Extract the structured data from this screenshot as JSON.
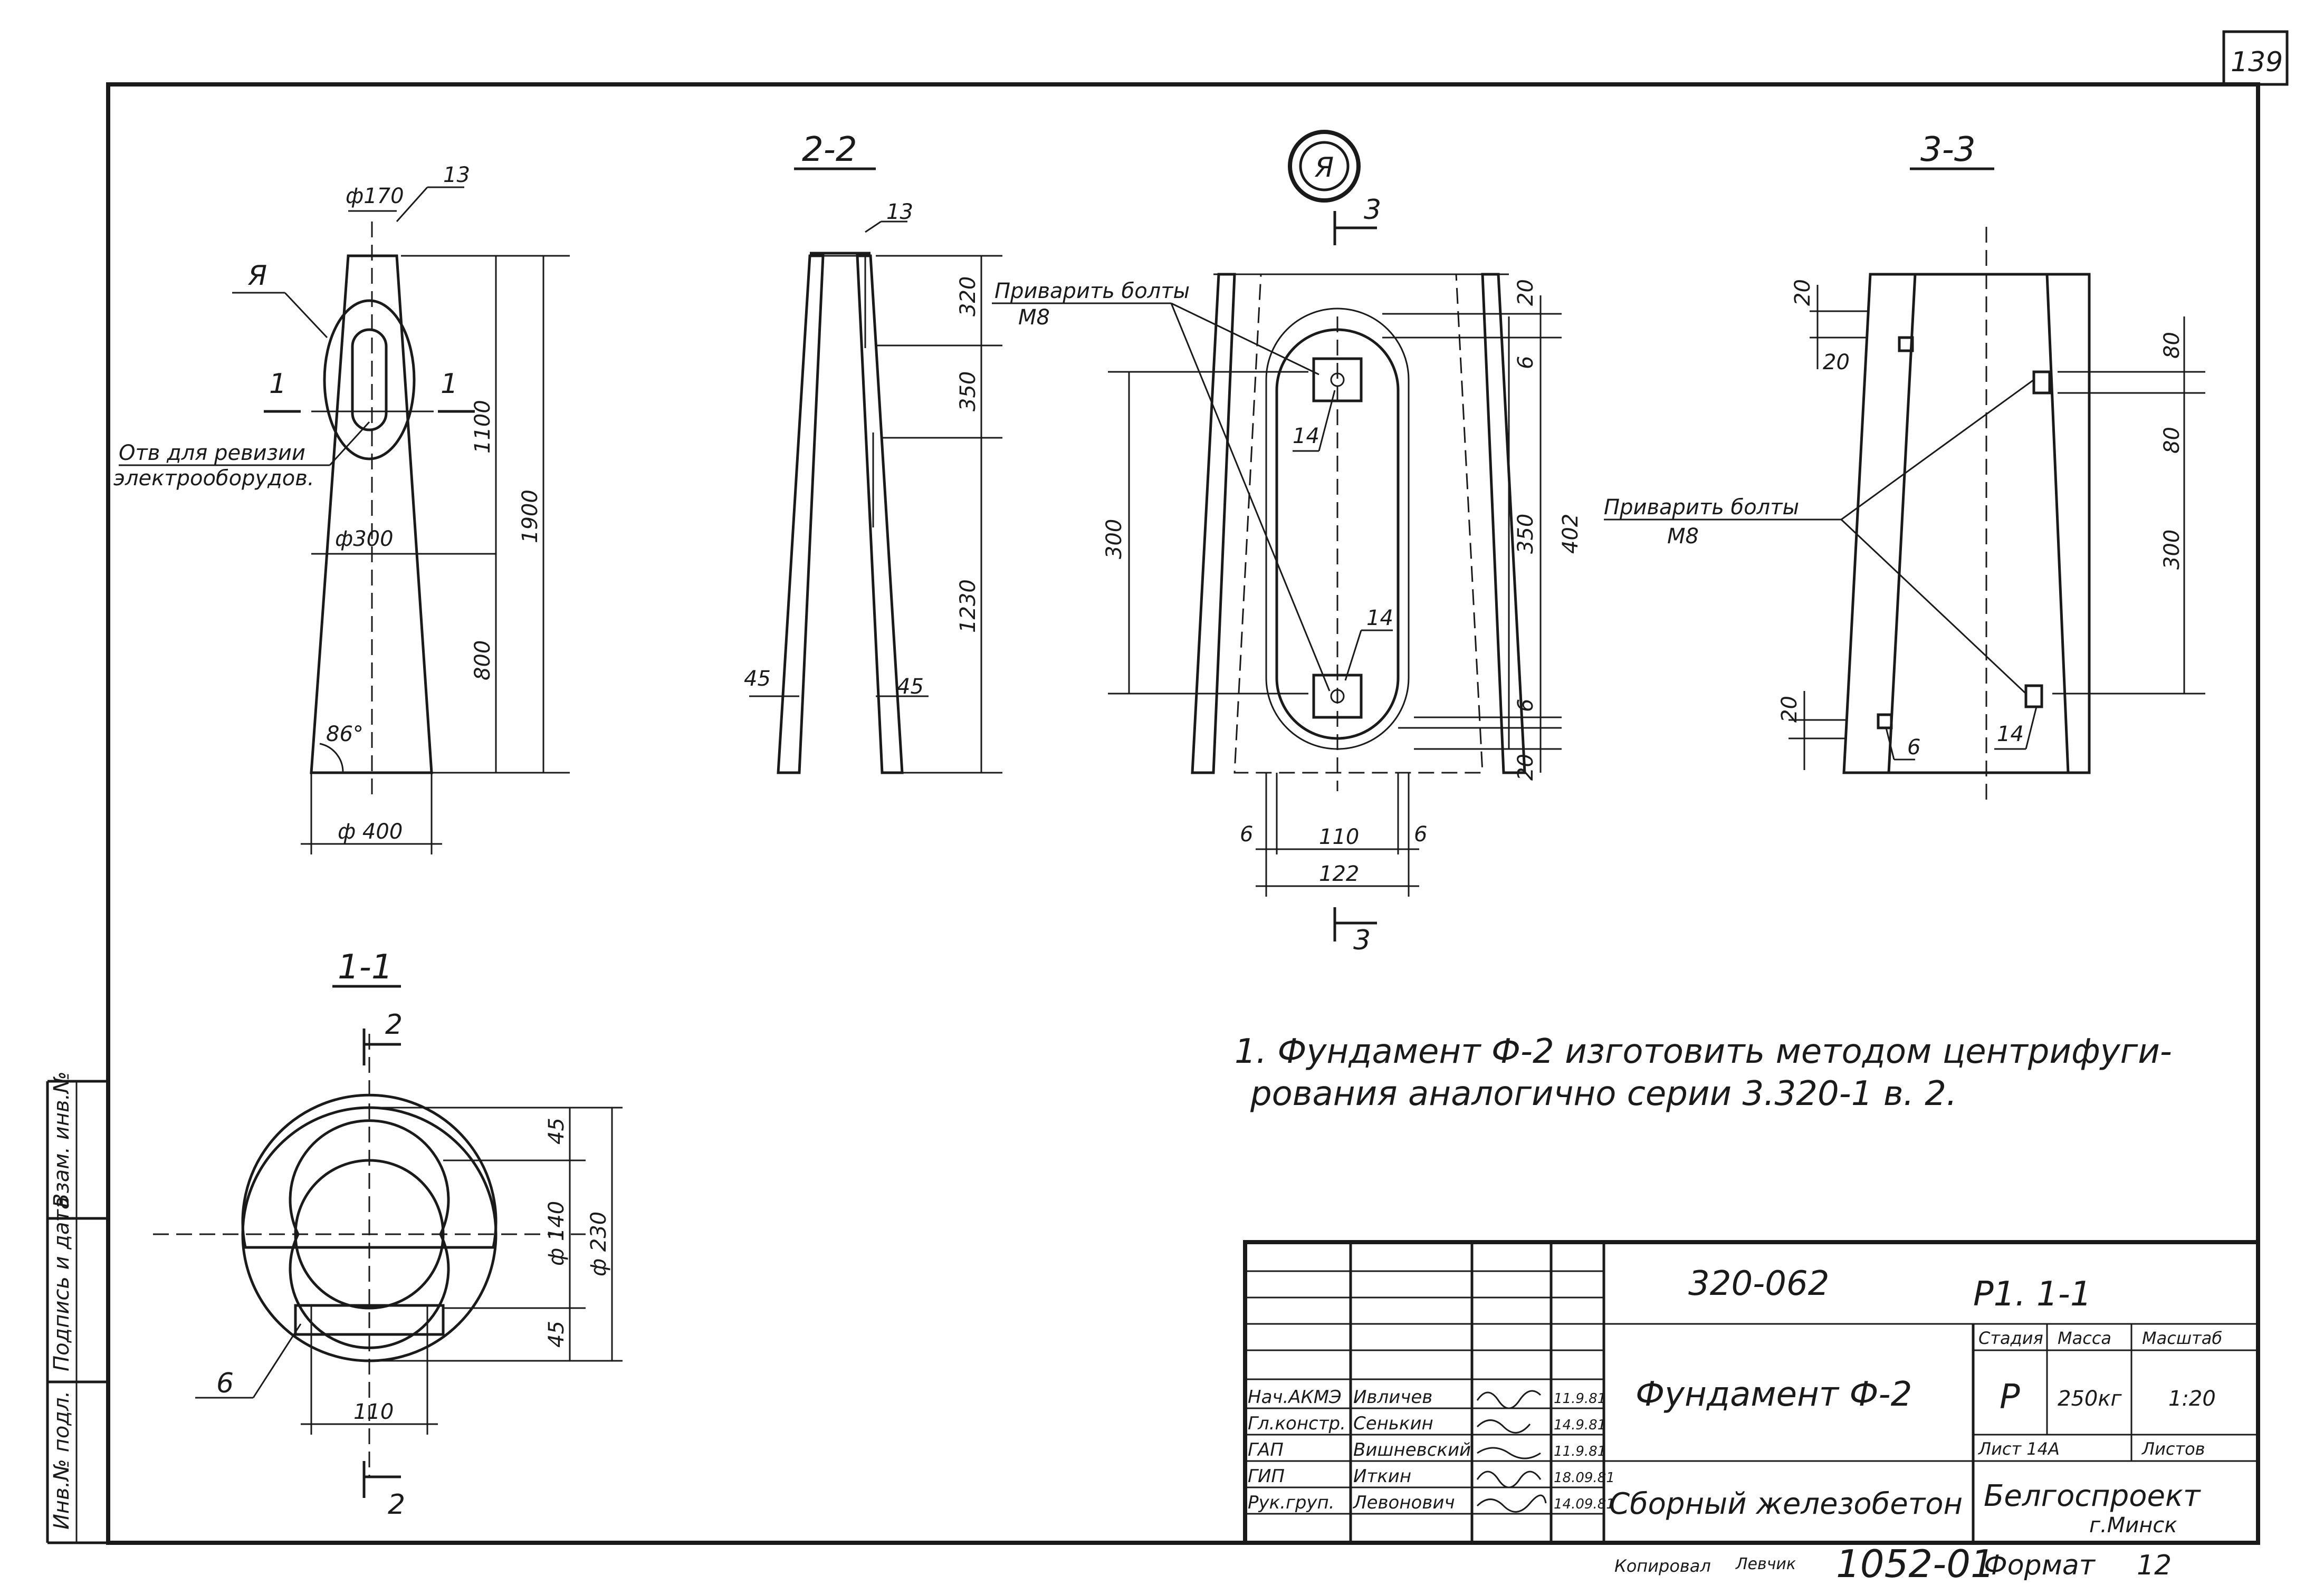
{
  "sheet_number": "139",
  "views": {
    "elevation": {
      "top_diameter": "ф170",
      "callout_13": "13",
      "callout_A": "Я",
      "section_mark_1": "1",
      "hole_note_line1": "Отв для ревизии",
      "hole_note_line2": "электрооборудов.",
      "mid_diameter": "ф300",
      "dim_1100": "1100",
      "dim_1900": "1900",
      "dim_800": "800",
      "angle": "86°",
      "base_diameter": "ф 400"
    },
    "section_2_2": {
      "title": "2-2",
      "callout_13": "13",
      "dim_320": "320",
      "dim_350": "350",
      "dim_1230": "1230",
      "wall_45_left": "45",
      "wall_45_right": "45"
    },
    "detail_A": {
      "title": "Я",
      "weld_note_line1": "Приварить болты",
      "weld_note_line2": "М8",
      "section_mark_3": "3",
      "dim_20_top": "20",
      "dim_6_top": "6",
      "dim_300": "300",
      "dim_350": "350",
      "dim_402": "402",
      "dim_6_bottom": "6",
      "dim_20_bottom": "20",
      "callout_14_top": "14",
      "callout_14_bottom": "14",
      "dim_6_left": "6",
      "dim_110": "110",
      "dim_6_right": "6",
      "dim_122": "122"
    },
    "section_3_3": {
      "title": "3-3",
      "dim_20_a": "20",
      "dim_20_b": "20",
      "dim_80_a": "80",
      "dim_80_b": "80",
      "weld_note_line1": "Приварить болты",
      "weld_note_line2": "М8",
      "dim_300": "300",
      "dim_20_c": "20",
      "callout_6": "6",
      "callout_14": "14"
    },
    "section_1_1": {
      "title": "1-1",
      "section_mark_2": "2",
      "dim_45_top": "45",
      "dim_140": "ф 140",
      "dim_230": "ф 230",
      "dim_45_bottom": "45",
      "callout_6": "6",
      "dim_110": "110"
    }
  },
  "notes": {
    "line1": "1. Фундамент Ф-2 изготовить методом центрифуги-",
    "line2": "рования аналогично серии 3.320-1 в. 2."
  },
  "title_block": {
    "code": "320-062",
    "sheet_code": "Р1. 1-1",
    "name": "Фундамент Ф-2",
    "headers": {
      "stage": "Стадия",
      "mass": "Масса",
      "scale": "Масштаб"
    },
    "stage": "Р",
    "mass": "250кг",
    "scale": "1:20",
    "sheet": "Лист 14А",
    "sheets": "Листов",
    "category": "Сборный железобетон",
    "org_line1": "Белгоспроект",
    "org_line2": "г.Минск",
    "signatures": [
      {
        "role": "Нач.АКМЭ",
        "name": "Ивличев",
        "date": "11.9.81"
      },
      {
        "role": "Гл.констр.",
        "name": "Сенькин",
        "date": "14.9.81"
      },
      {
        "role": "ГАП",
        "name": "Вишневский",
        "date": "11.9.81"
      },
      {
        "role": "ГИП",
        "name": "Иткин",
        "date": "18.09.81"
      },
      {
        "role": "Рук.груп.",
        "name": "Левонович",
        "date": "14.09.81"
      }
    ],
    "copied_by": "Копировал",
    "copier_sig": "Левчик",
    "doc_number": "1052-01",
    "format_label": "Формат",
    "format_value": "12"
  },
  "side_stamp": {
    "inv_orig": "Инв.№ подл.",
    "sign_date": "Подпись и дата",
    "replace_inv": "Взам. инв.№"
  }
}
